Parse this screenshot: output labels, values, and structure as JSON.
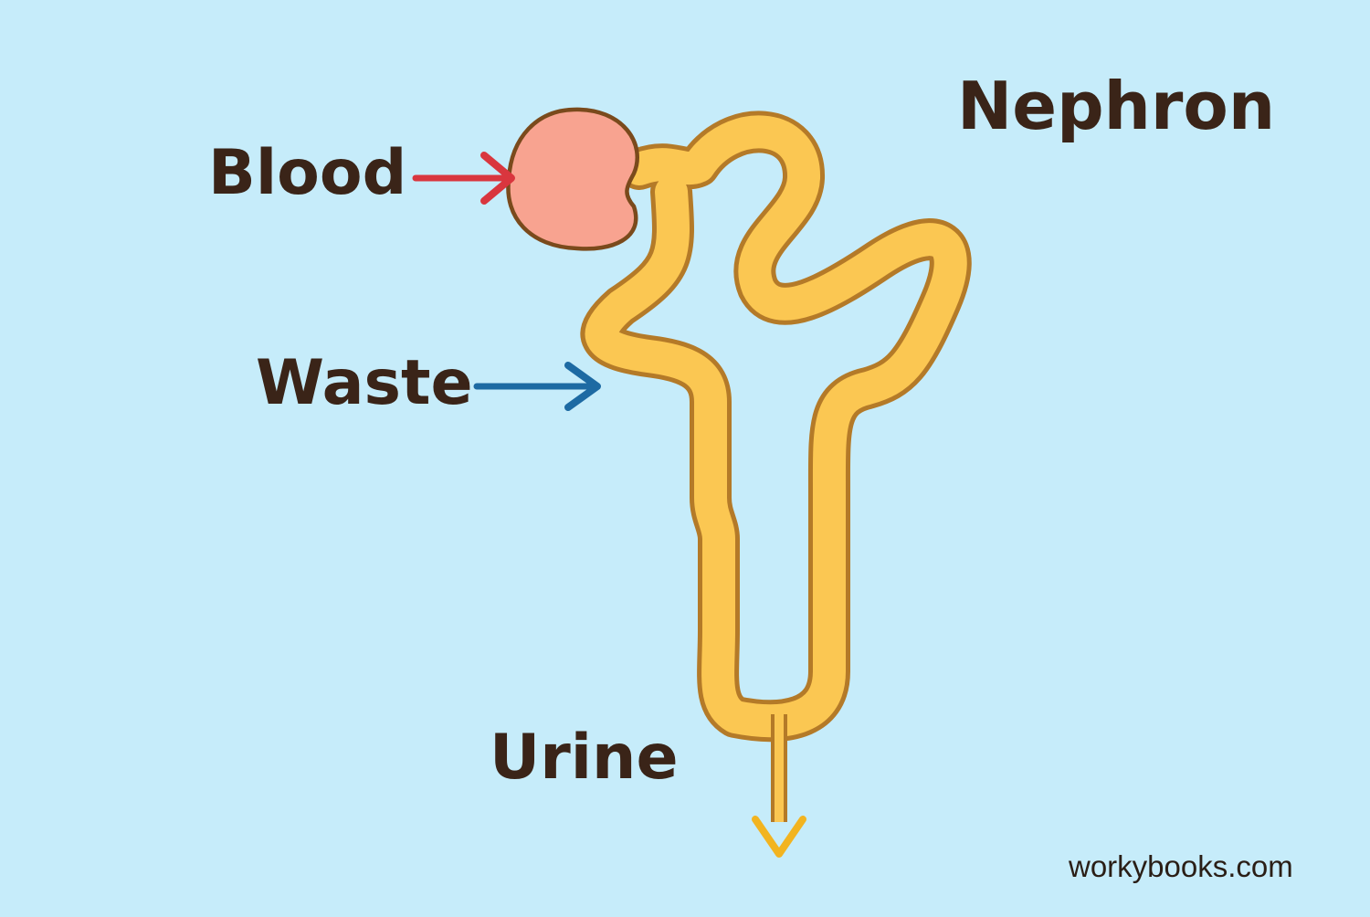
{
  "title": "Nephron",
  "labels": {
    "blood": "Blood",
    "waste": "Waste",
    "urine": "Urine"
  },
  "footer": {
    "credit": "workybooks.com"
  },
  "colors": {
    "background": "#c6ecfa",
    "tubule_fill": "#fbc752",
    "tubule_outline": "#b47a28",
    "glomerulus_fill": "#f8a390",
    "blood_arrow": "#d9363e",
    "waste_arrow": "#1d6aa3",
    "urine_arrow": "#f2b420",
    "text": "#3a2418"
  },
  "icons": {
    "blood": "arrow-right-icon",
    "waste": "arrow-right-icon",
    "urine": "arrow-down-icon"
  }
}
